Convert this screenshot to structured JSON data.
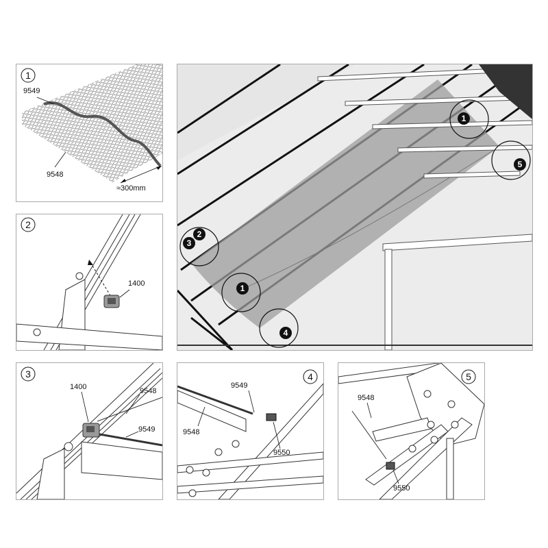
{
  "steps": {
    "s1": {
      "number": "1",
      "parts": {
        "rod": "9549",
        "shade": "9548"
      },
      "dimension": "≈300mm"
    },
    "s2": {
      "number": "2",
      "parts": {
        "clip": "1400"
      }
    },
    "s3": {
      "number": "3",
      "parts": {
        "clip": "1400",
        "shade": "9548",
        "rod": "9549"
      }
    },
    "s4": {
      "number": "4",
      "parts": {
        "rod": "9549",
        "shade": "9548",
        "bolt": "9550"
      }
    },
    "s5": {
      "number": "5",
      "parts": {
        "shade": "9548",
        "bolt": "9550"
      }
    }
  },
  "overview": {
    "callouts": {
      "c1_top": "1",
      "c5": "5",
      "c2": "2",
      "c3": "3",
      "c1_mid": "1",
      "c4": "4"
    }
  },
  "colors": {
    "frame": "#a9a9a9",
    "shade": "#9e9e9e",
    "roof": "#e9e9e9",
    "ink": "#111111"
  }
}
